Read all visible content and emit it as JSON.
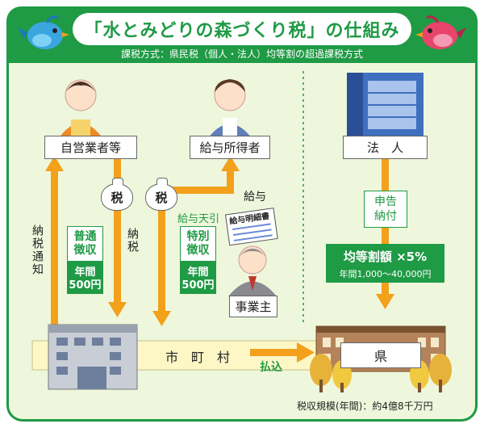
{
  "header": {
    "title": "「水とみどりの森づくり税」の仕組み",
    "subtitle": "課税方式：県民税（個人・法人）均等割の超過課税方式"
  },
  "actors": {
    "self_employed": "自営業者等",
    "salaried": "給与所得者",
    "corporation": "法　人",
    "employer": "事業主",
    "municipality": "市　町　村",
    "prefecture": "県"
  },
  "ordinary": {
    "method": "普通\n徴収",
    "annual": "年間\n500円"
  },
  "special": {
    "method": "特別\n徴収",
    "annual": "年間\n500円",
    "withholding": "給与天引"
  },
  "corporate": {
    "filing": "申告\n納付",
    "rate": "均等割額 ×5%",
    "range": "年間1,000〜40,000円"
  },
  "flows": {
    "tax_notice": "納税通知",
    "tax_payment": "納税",
    "salary": "給与",
    "transfer": "払込"
  },
  "bag_label": "税",
  "payslip_label": "給与明細書",
  "revenue": "税収規模(年間)：約4億8千万円",
  "colors": {
    "green": "#1f9a45",
    "orange": "#f3a01b",
    "pale_yellow": "#fdf7c6",
    "background": "#eef7dc"
  }
}
